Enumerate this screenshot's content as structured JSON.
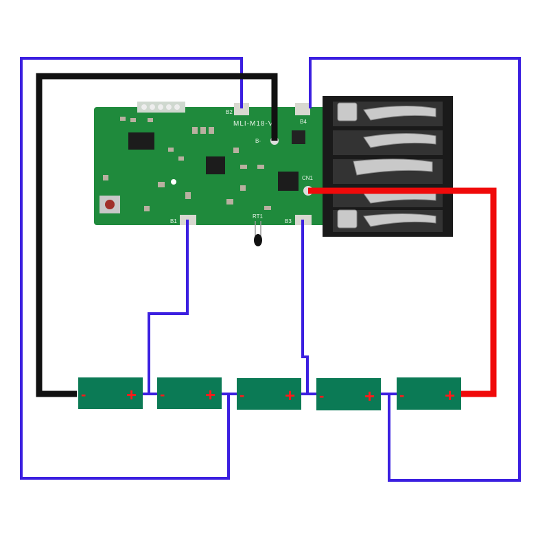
{
  "board": {
    "model": "MLI-M18-V4",
    "pads": {
      "b1": "B1",
      "b2": "B2",
      "b3": "B3",
      "b4": "B4",
      "bneg": "B-",
      "cn1": "CN1",
      "rt1": "RT1"
    }
  },
  "cells": [
    {
      "neg": "-",
      "pos": "+"
    },
    {
      "neg": "-",
      "pos": "+"
    },
    {
      "neg": "-",
      "pos": "+"
    },
    {
      "neg": "-",
      "pos": "+"
    },
    {
      "neg": "-",
      "pos": "+"
    }
  ],
  "colors": {
    "balance_wire": "#3b1fe0",
    "negative_wire": "#111111",
    "positive_wire": "#f00a0a",
    "cell": "#0b7a55",
    "pcb": "#1f8a3c",
    "connector": "#1a1a1a"
  }
}
